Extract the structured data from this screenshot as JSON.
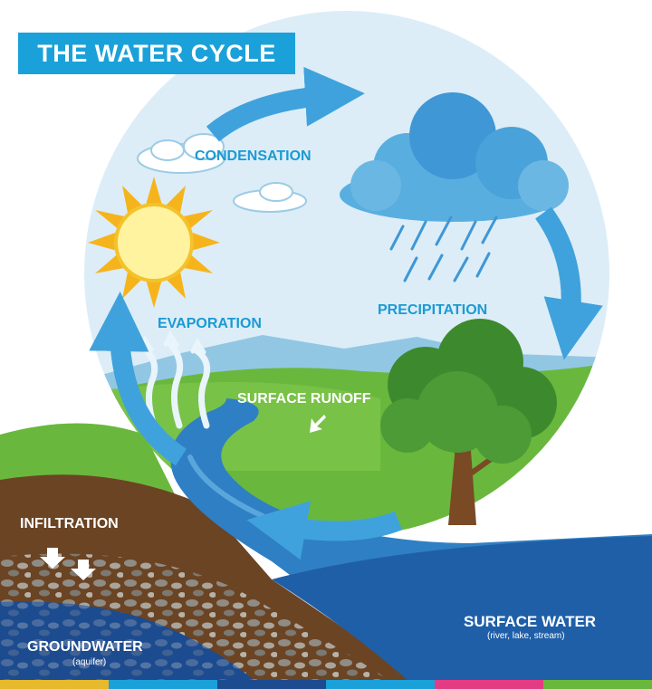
{
  "title": "THE WATER CYCLE",
  "labels": {
    "condensation": "CONDENSATION",
    "precipitation": "PRECIPITATION",
    "evaporation": "EVAPORATION",
    "surface_runoff": "SURFACE RUNOFF",
    "infiltration": "INFILTRATION",
    "groundwater": "GROUNDWATER",
    "groundwater_sub": "(aquifer)",
    "surface_water": "SURFACE WATER",
    "surface_water_sub": "(river, lake, stream)"
  },
  "colors": {
    "title_bg": "#1aa1d9",
    "arrow": "#3fa2dc",
    "label_blue": "#1b9ad4",
    "sky": "#dcedf7",
    "grass": "#69b83d",
    "soil": "#6b4424",
    "water": "#1f5fa8",
    "groundwater": "#1c4b8f",
    "sun": "#f6b41c"
  },
  "footer_colors": [
    "#e7b92c",
    "#1aa1d9",
    "#1c4b8f",
    "#1aa1d9",
    "#e43c84",
    "#69b83d"
  ]
}
